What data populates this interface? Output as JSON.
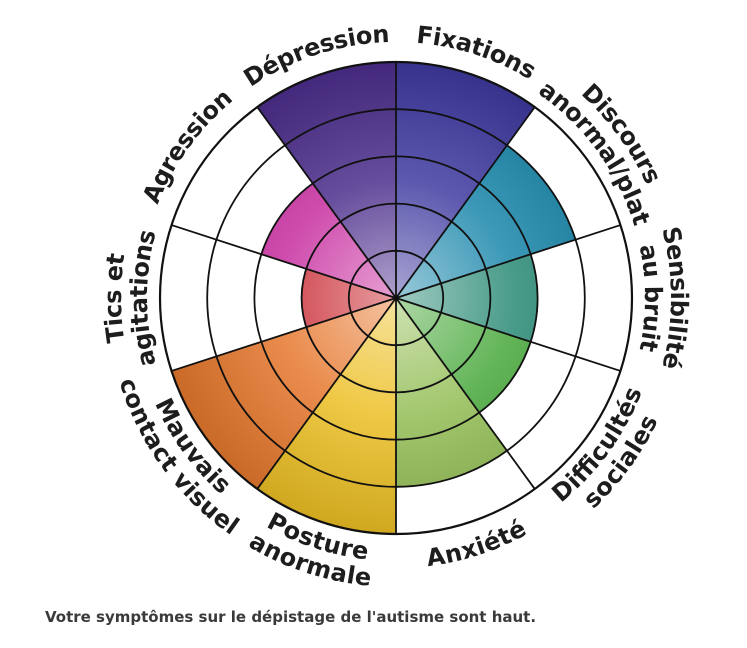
{
  "caption": "Votre symptômes sur le dépistage de l'autisme sont haut.",
  "chart_data": {
    "type": "polar-area",
    "rings": 5,
    "range": [
      0,
      5
    ],
    "categories": [
      {
        "label": [
          "Fixations"
        ],
        "value": 5,
        "color": "#3f3aa0"
      },
      {
        "label": [
          "Discours",
          "anormal/plat"
        ],
        "value": 4,
        "color": "#1a87ab"
      },
      {
        "label": [
          "Sensibilité",
          "au bruit"
        ],
        "value": 3,
        "color": "#2a8a75"
      },
      {
        "label": [
          "Difficultés",
          "sociales"
        ],
        "value": 3,
        "color": "#48a83a"
      },
      {
        "label": [
          "Anxiété"
        ],
        "value": 4,
        "color": "#93bd54"
      },
      {
        "label": [
          "Posture",
          "anormale"
        ],
        "value": 5,
        "color": "#ecbf24"
      },
      {
        "label": [
          "Mauvais",
          "contact visuel"
        ],
        "value": 5,
        "color": "#e6782e"
      },
      {
        "label": [
          "Tics et",
          "agitations"
        ],
        "value": 2,
        "color": "#c8252f"
      },
      {
        "label": [
          "Agression"
        ],
        "value": 3,
        "color": "#c72c9e"
      },
      {
        "label": [
          "Dépression"
        ],
        "value": 5,
        "color": "#4c2d8c"
      }
    ]
  }
}
